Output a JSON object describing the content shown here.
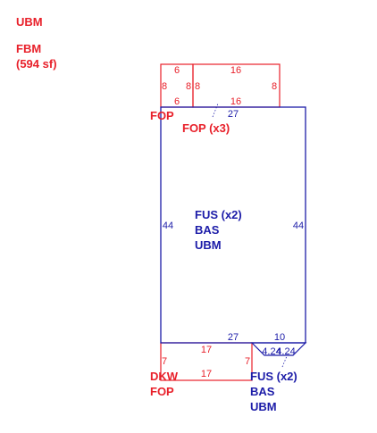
{
  "colors": {
    "red": "#e8202a",
    "blue": "#1c1ca8"
  },
  "legend": {
    "line1": "UBM",
    "line2": "FBM",
    "line3": "(594 sf)"
  },
  "areas": {
    "main_block": {
      "line1": "FUS (x2)",
      "line2": "BAS",
      "line3": "UBM"
    },
    "top_porch": {
      "line1": "FOP",
      "line2": "FOP (x3)"
    },
    "bottom_deck": {
      "line1": "DKW",
      "line2": "FOP"
    },
    "bottom_bump": {
      "line1": "FUS (x2)",
      "line2": "BAS",
      "line3": "UBM"
    }
  },
  "dims": {
    "top_small_top": "6",
    "top_small_bottom": "6",
    "top_small_left": "8",
    "top_small_right": "8",
    "top_big_left": "8",
    "top_big_top": "16",
    "top_big_bottom": "16",
    "top_big_right": "8",
    "main_top": "27",
    "main_left": "44",
    "main_right": "44",
    "main_bottom": "27",
    "bump_top": "10",
    "bump_bottom_left": "4.24",
    "bump_bottom_right": "4.24",
    "deck_top": "17",
    "deck_bottom": "17",
    "deck_left": "7",
    "deck_right": "7"
  }
}
